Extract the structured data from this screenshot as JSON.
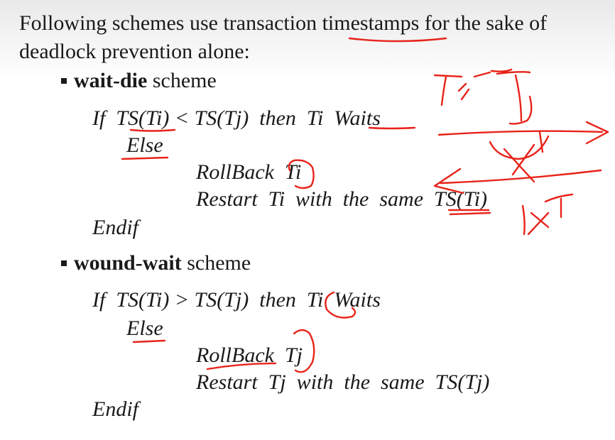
{
  "intro": {
    "line1": "Following schemes use transaction timestamps for the sake of",
    "line2": "deadlock prevention alone:"
  },
  "wait_die": {
    "name": "wait-die",
    "suffix": " scheme",
    "if_line": "If  TS(Ti) < TS(Tj)  then  Ti  Waits",
    "else": "Else",
    "rollback": "RollBack  Ti",
    "restart": "Restart  Ti  with  the  same  TS(Ti)",
    "endif": "Endif"
  },
  "wound_wait": {
    "name": "wound-wait",
    "suffix": " scheme",
    "if_line": "If  TS(Ti) > TS(Tj)  then  Ti  Waits",
    "else": "Else",
    "rollback": "RollBack  Tj",
    "restart": "Restart  Tj  with  the  same  TS(Tj)",
    "endif": "Endif"
  },
  "annotation_color": "#e8231a"
}
